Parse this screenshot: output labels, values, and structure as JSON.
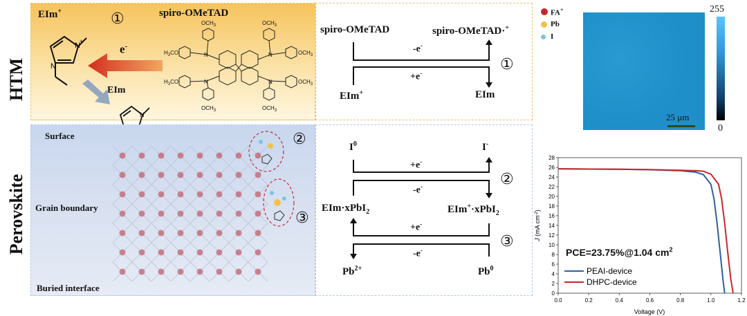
{
  "side_labels": {
    "htm": "HTM",
    "perovskite": "Perovskite"
  },
  "htm_panel": {
    "eim_plus": "EIm",
    "eim_plus_sup": "+",
    "step": "①",
    "electron": "e",
    "electron_sup": "-",
    "spiro": "spiro-OMeTAD",
    "eim": "EIm",
    "och3": "OCH",
    "och3_sub": "3",
    "h3co": "H",
    "h3co_sub": "3",
    "h3co_tail": "CO",
    "n": "N"
  },
  "perovskite_panel": {
    "surface": "Surface",
    "grain_boundary": "Grain boundary",
    "buried_interface": "Buried interface",
    "step2": "②",
    "step3": "③"
  },
  "reactions": {
    "r1": {
      "left_top": "spiro-OMeTAD",
      "right_top": "spiro-OMeTAD·",
      "right_top_sup": "+",
      "upper": "-e",
      "upper_sup": "-",
      "lower": "+e",
      "lower_sup": "-",
      "left_bottom": "EIm",
      "left_bottom_sup": "+",
      "right_bottom": "EIm",
      "step": "①"
    },
    "r2": {
      "left_top": "I",
      "left_top_sup": "0",
      "right_top": "I",
      "right_top_sup": "-",
      "upper": "+e",
      "upper_sup": "-",
      "lower": "-e",
      "lower_sup": "-",
      "left_bottom": "EIm·xPbI",
      "left_bottom_sub": "2",
      "right_bottom": "EIm",
      "right_bottom_sup": "+",
      "right_bottom_tail": "·xPbI",
      "right_bottom_sub": "2",
      "step": "②"
    },
    "r3": {
      "upper": "+e",
      "upper_sup": "-",
      "lower": "-e",
      "lower_sup": "-",
      "left_bottom": "Pb",
      "left_bottom_sup": "2+",
      "right_bottom": "Pb",
      "right_bottom_sup": "0",
      "step": "③"
    }
  },
  "legend_atoms": [
    {
      "label": "FA",
      "sup": "+",
      "color": "#c0282d"
    },
    {
      "label": "Pb",
      "sup": "",
      "color": "#f0c24a"
    },
    {
      "label": "I",
      "sup": "",
      "color": "#7cc3e6"
    }
  ],
  "map": {
    "colorbar_max": "255",
    "colorbar_min": "0",
    "scale_bar": "25 μm",
    "color": "#1f8fc9"
  },
  "chart_data": {
    "type": "line",
    "annotation": "PCE=23.75%@1.04 cm",
    "annotation_sup": "2",
    "xlabel": "Voltage (V)",
    "ylabel_prefix": "J",
    "ylabel_suffix": " (mA cm",
    "ylabel_sup": "-2",
    "ylabel_close": ")",
    "xlim": [
      0.0,
      1.2
    ],
    "ylim": [
      0,
      28
    ],
    "xticks": [
      "0.0",
      "0.2",
      "0.4",
      "0.6",
      "0.8",
      "1.0",
      "1.2"
    ],
    "yticks": [
      "0",
      "2",
      "4",
      "6",
      "8",
      "10",
      "12",
      "14",
      "16",
      "18",
      "20",
      "22",
      "24",
      "26",
      "28"
    ],
    "legend_position": "bottom-left",
    "series": [
      {
        "name": "PEAI-device",
        "color": "#2f5f9e",
        "x": [
          0.0,
          0.2,
          0.4,
          0.6,
          0.8,
          0.9,
          0.95,
          1.0,
          1.02,
          1.04,
          1.06,
          1.08,
          1.09
        ],
        "y": [
          25.7,
          25.65,
          25.6,
          25.5,
          25.3,
          25.0,
          24.5,
          22.5,
          19.5,
          14.5,
          8.5,
          2.5,
          0
        ]
      },
      {
        "name": "DHPC-device",
        "color": "#c8262b",
        "x": [
          0.0,
          0.2,
          0.4,
          0.6,
          0.8,
          0.9,
          0.95,
          1.0,
          1.05,
          1.07,
          1.09,
          1.11,
          1.13,
          1.145
        ],
        "y": [
          25.7,
          25.65,
          25.6,
          25.55,
          25.4,
          25.3,
          25.2,
          24.6,
          22.5,
          19.5,
          14.5,
          8.5,
          3.0,
          0
        ]
      }
    ]
  }
}
